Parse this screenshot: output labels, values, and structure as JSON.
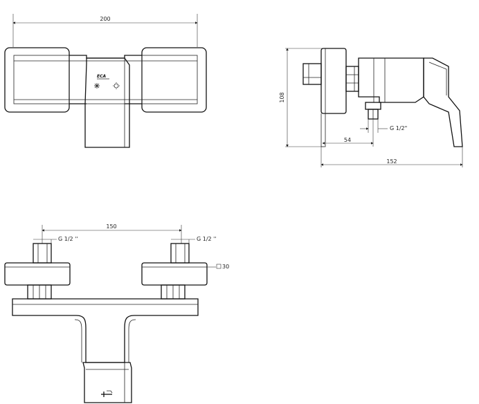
{
  "front_view": {
    "width_label": "200",
    "brand_label": "ECA"
  },
  "side_view": {
    "height_label": "108",
    "depth_label": "54",
    "length_label": "152",
    "thread_label": "G 1/2\""
  },
  "top_view": {
    "spacing_label": "150",
    "thread_left_label": "G 1/2 ''",
    "thread_right_label": "G 1/2 ''",
    "square_label": "30"
  }
}
